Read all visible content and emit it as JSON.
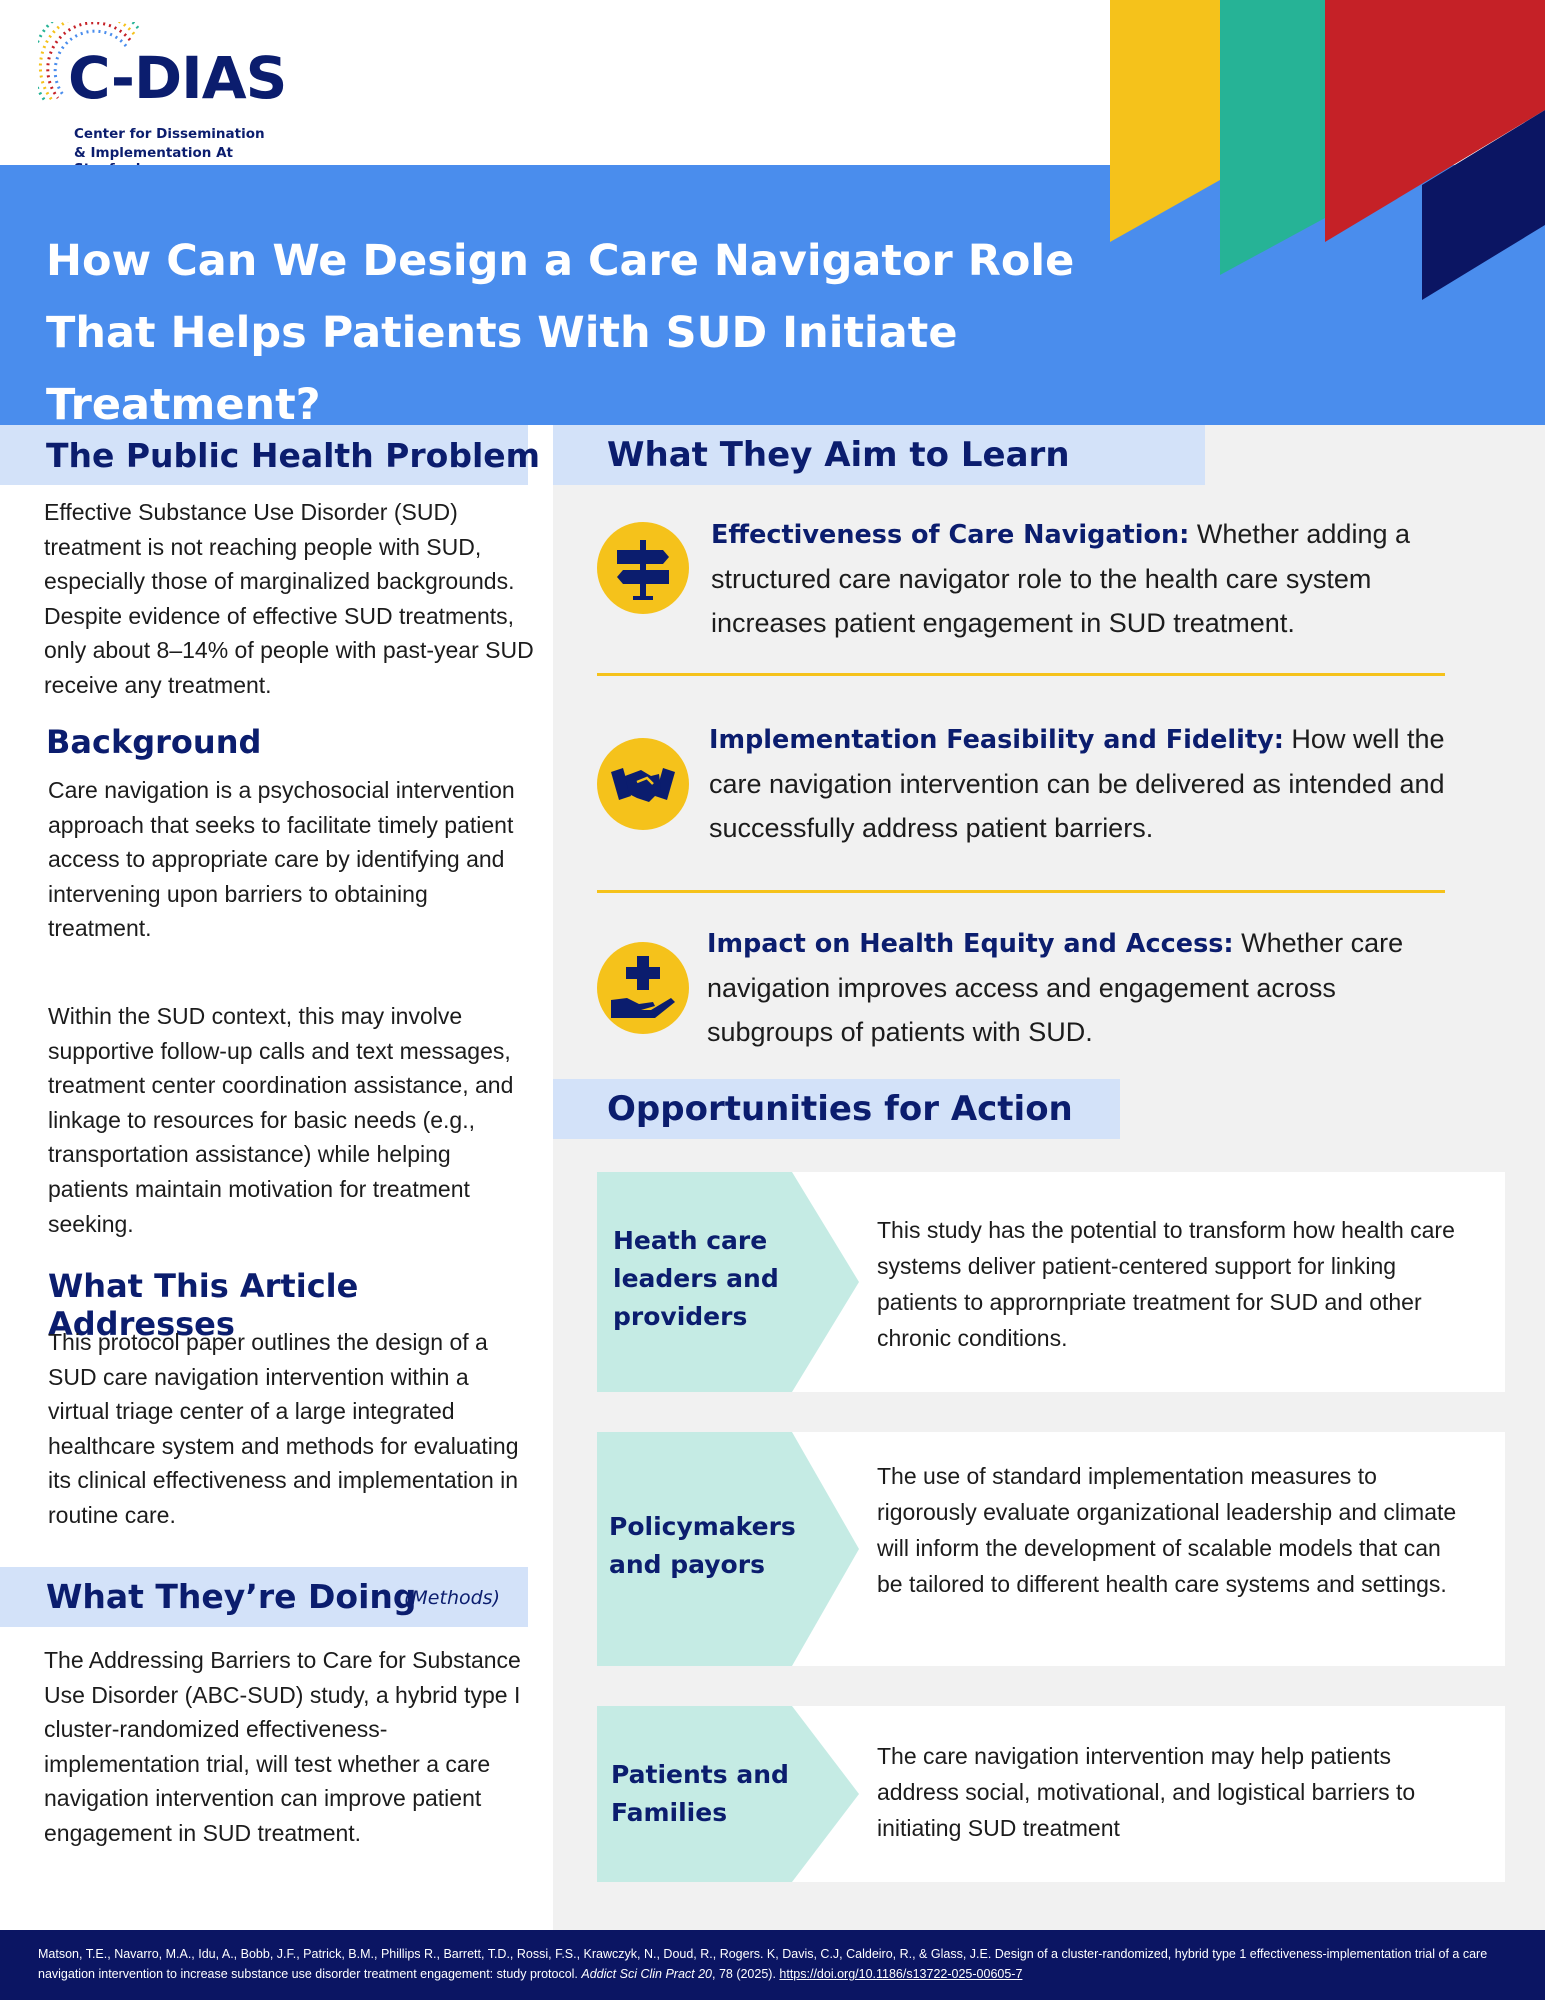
{
  "logo": {
    "name": "C-DIAS",
    "line1": "Center for Dissemination",
    "line2": "& Implementation At Stanford"
  },
  "banner": {
    "title_line1": "How Can We Design a Care Navigator Role",
    "title_line2": "That Helps Patients With SUD Initiate Treatment?"
  },
  "left": {
    "problem_title": "The Public Health Problem",
    "problem_text": "Effective Substance Use Disorder (SUD) treatment is not reaching people with SUD, especially those of marginalized backgrounds. Despite evidence of effective SUD treatments, only about 8–14% of people with past-year SUD receive any treatment.",
    "background_title": "Background",
    "background_p1": "Care navigation is a psychosocial intervention approach that seeks to facilitate timely patient access to appropriate care by identifying and intervening upon barriers to obtaining treatment.",
    "background_p2": "Within the SUD context, this may involve supportive follow-up calls and text messages, treatment center coordination assistance, and linkage to resources for basic needs (e.g., transportation assistance) while helping patients maintain motivation for treatment seeking.",
    "article_title": "What This Article Addresses",
    "article_text": "This protocol paper outlines the design of a SUD care navigation intervention within a virtual triage center of a large integrated healthcare system and methods for evaluating its clinical effectiveness and implementation in routine care.",
    "doing_title": "What They’re Doing",
    "doing_subtitle": "(Methods)",
    "doing_text": "The Addressing Barriers to Care for Substance Use Disorder (ABC-SUD) study, a hybrid type I cluster-randomized effectiveness-implementation trial, will test whether a care navigation intervention can improve patient engagement in SUD treatment."
  },
  "aims": {
    "title": "What They Aim to Learn",
    "items": [
      {
        "icon": "signpost-icon",
        "title": "Effectiveness of Care Navigation:",
        "text": " Whether adding a structured care navigator role to the health care system increases patient engagement in SUD treatment."
      },
      {
        "icon": "handshake-icon",
        "title": "Implementation Feasibility and Fidelity:",
        "text": " How well the care navigation intervention can be delivered as intended and successfully address patient barriers."
      },
      {
        "icon": "health-care-hand-icon",
        "title": "Impact on Health Equity and Access:",
        "text": " Whether care navigation improves access and engagement across subgroups of patients with SUD."
      }
    ]
  },
  "opportunities": {
    "title": "Opportunities for Action",
    "items": [
      {
        "audience": "Heath care leaders and providers",
        "text": "This study has the potential to transform how health care systems deliver patient-centered support for linking patients to apprornpriate treatment for SUD and other chronic conditions."
      },
      {
        "audience": "Policymakers and payors",
        "text": "The use of standard implementation measures to rigorously evaluate organizational leadership and climate will inform the development of scalable models that can be tailored to different health care systems and settings."
      },
      {
        "audience": "Patients and Families",
        "text": "The care navigation intervention may help patients address social, motivational, and logistical barriers to initiating SUD treatment"
      }
    ]
  },
  "footer": {
    "citation": "Matson, T.E., Navarro, M.A., Idu, A., Bobb, J.F., Patrick, B.M., Phillips R., Barrett, T.D., Rossi, F.S., Krawczyk, N., Doud, R., Rogers. K, Davis, C.J, Caldeiro, R., & Glass, J.E. Design of a cluster-randomized, hybrid type 1 effectiveness-implementation trial of a care navigation intervention to increase substance use disorder treatment engagement: study protocol. ",
    "journal": "Addict Sci Clin Pract 20",
    "volume": ", 78 (2025). ",
    "doi": "https://doi.org/10.1186/s13722-025-00605-7"
  },
  "colors": {
    "banner_blue": "#4a8ded",
    "navy": "#0b1d6e",
    "yellow": "#f5c21b",
    "teal": "#26b396",
    "red": "#c52127",
    "section_bar": "#d3e2f9",
    "arrow_mint": "#c5ebe4"
  }
}
